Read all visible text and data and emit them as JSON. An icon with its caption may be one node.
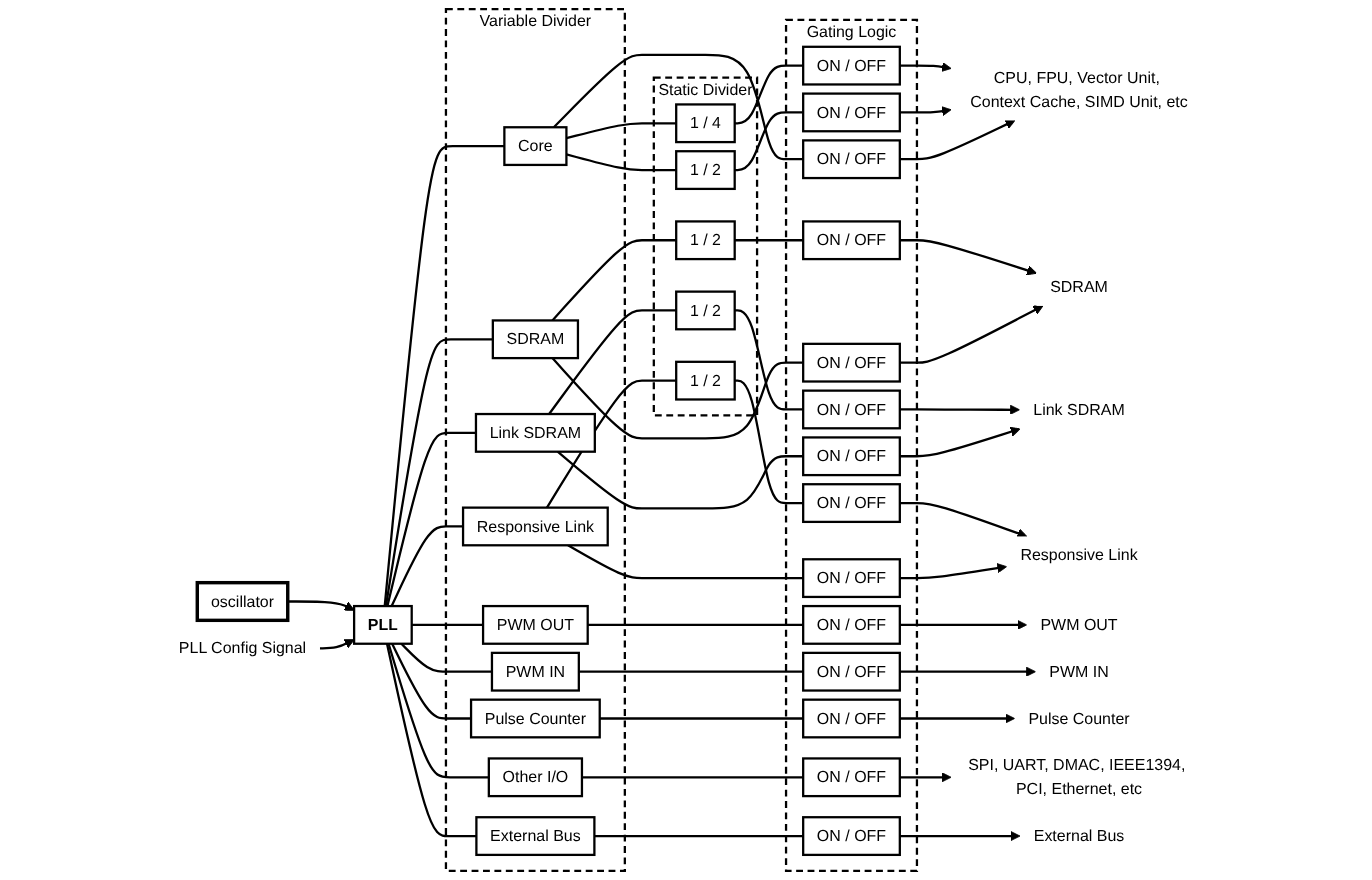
{
  "diagram": {
    "nodes": [
      {
        "text": [
          "oscillator"
        ]
      },
      {
        "text": [
          "PLL Config Signal"
        ]
      },
      {
        "text": [
          "PLL"
        ]
      },
      {
        "text": [
          "Variable Divider"
        ]
      },
      {
        "text": [
          "Core"
        ],
        "in": 3
      },
      {
        "text": [
          "SDRAM"
        ],
        "in": 3
      },
      {
        "text": [
          "Link SDRAM"
        ],
        "in": 3
      },
      {
        "text": [
          "Responsive Link"
        ],
        "in": 3
      },
      {
        "text": [
          "PWM OUT"
        ],
        "in": 3
      },
      {
        "text": [
          "PWM IN"
        ],
        "in": 3
      },
      {
        "text": [
          "Pulse Counter"
        ],
        "in": 3
      },
      {
        "text": [
          "Other I/O"
        ],
        "in": 3
      },
      {
        "text": [
          "External Bus"
        ],
        "in": 3
      },
      {
        "text": [
          "Static Divider"
        ]
      },
      {
        "text": [
          "1 / 4"
        ],
        "in": 13
      },
      {
        "text": [
          "1 / 2"
        ],
        "in": 13
      },
      {
        "text": [
          "1 / 2"
        ],
        "in": 13
      },
      {
        "text": [
          "1 / 2"
        ],
        "in": 13
      },
      {
        "text": [
          "1 / 2"
        ],
        "in": 13
      },
      {
        "text": [
          "Gating Logic"
        ]
      },
      {
        "text": [
          "ON / OFF"
        ],
        "in": 19
      },
      {
        "text": [
          "ON / OFF"
        ],
        "in": 19
      },
      {
        "text": [
          "ON / OFF"
        ],
        "in": 19
      },
      {
        "text": [
          "ON / OFF"
        ],
        "in": 19
      },
      {
        "text": [
          "ON / OFF"
        ],
        "in": 19
      },
      {
        "text": [
          "ON / OFF"
        ],
        "in": 19
      },
      {
        "text": [
          "ON / OFF"
        ],
        "in": 19
      },
      {
        "text": [
          "ON / OFF"
        ],
        "in": 19
      },
      {
        "text": [
          "ON / OFF"
        ],
        "in": 19
      },
      {
        "text": [
          "ON / OFF"
        ],
        "in": 19
      },
      {
        "text": [
          "ON / OFF"
        ],
        "in": 19
      },
      {
        "text": [
          "ON / OFF"
        ],
        "in": 19
      },
      {
        "text": [
          "ON / OFF"
        ],
        "in": 19
      },
      {
        "text": [
          "ON / OFF"
        ],
        "in": 19
      },
      {
        "text": [
          "CPU, FPU, Vector Unit, Context Cache, SIMD Unit, etc"
        ]
      },
      {
        "text": [
          "SDRAM"
        ]
      },
      {
        "text": [
          "Link SDRAM"
        ]
      },
      {
        "text": [
          "Responsive Link"
        ]
      },
      {
        "text": [
          "PWM OUT"
        ]
      },
      {
        "text": [
          "PWM IN"
        ]
      },
      {
        "text": [
          "Pulse Counter"
        ]
      },
      {
        "text": [
          "SPI, UART, DMAC, IEEE1394, PCI, Ethernet, etc"
        ]
      },
      {
        "text": [
          "External Bus"
        ]
      }
    ],
    "edges": [
      {
        "from": 0,
        "to": 2,
        "arrow": "to"
      },
      {
        "from": 1,
        "to": 2,
        "arrow": "to"
      },
      {
        "from": 2,
        "to": 4,
        "arrow": "none"
      },
      {
        "from": 2,
        "to": 5,
        "arrow": "none"
      },
      {
        "from": 2,
        "to": 6,
        "arrow": "none"
      },
      {
        "from": 2,
        "to": 7,
        "arrow": "none"
      },
      {
        "from": 2,
        "to": 8,
        "arrow": "none"
      },
      {
        "from": 2,
        "to": 9,
        "arrow": "none"
      },
      {
        "from": 2,
        "to": 10,
        "arrow": "none"
      },
      {
        "from": 2,
        "to": 11,
        "arrow": "none"
      },
      {
        "from": 2,
        "to": 12,
        "arrow": "none"
      },
      {
        "from": 4,
        "to": 14,
        "arrow": "none"
      },
      {
        "from": 4,
        "to": 15,
        "arrow": "none"
      },
      {
        "from": 4,
        "to": 22,
        "arrow": "none"
      },
      {
        "from": 14,
        "to": 20,
        "arrow": "none"
      },
      {
        "from": 15,
        "to": 21,
        "arrow": "none"
      },
      {
        "from": 5,
        "to": 16,
        "arrow": "none"
      },
      {
        "from": 16,
        "to": 23,
        "arrow": "none"
      },
      {
        "from": 5,
        "to": 24,
        "arrow": "none"
      },
      {
        "from": 6,
        "to": 17,
        "arrow": "none"
      },
      {
        "from": 17,
        "to": 25,
        "arrow": "none"
      },
      {
        "from": 6,
        "to": 26,
        "arrow": "none"
      },
      {
        "from": 7,
        "to": 18,
        "arrow": "none"
      },
      {
        "from": 18,
        "to": 27,
        "arrow": "none"
      },
      {
        "from": 7,
        "to": 28,
        "arrow": "none"
      },
      {
        "from": 8,
        "to": 29,
        "arrow": "none"
      },
      {
        "from": 9,
        "to": 30,
        "arrow": "none"
      },
      {
        "from": 10,
        "to": 31,
        "arrow": "none"
      },
      {
        "from": 11,
        "to": 32,
        "arrow": "none"
      },
      {
        "from": 12,
        "to": 33,
        "arrow": "none"
      },
      {
        "from": 20,
        "to": 34,
        "arrow": "to"
      },
      {
        "from": 21,
        "to": 34,
        "arrow": "to"
      },
      {
        "from": 22,
        "to": 34,
        "arrow": "to"
      },
      {
        "from": 23,
        "to": 35,
        "arrow": "to"
      },
      {
        "from": 24,
        "to": 35,
        "arrow": "to"
      },
      {
        "from": 25,
        "to": 36,
        "arrow": "to"
      },
      {
        "from": 26,
        "to": 36,
        "arrow": "to"
      },
      {
        "from": 27,
        "to": 37,
        "arrow": "to"
      },
      {
        "from": 28,
        "to": 37,
        "arrow": "to"
      },
      {
        "from": 29,
        "to": 38,
        "arrow": "to"
      },
      {
        "from": 30,
        "to": 39,
        "arrow": "to"
      },
      {
        "from": 31,
        "to": 40,
        "arrow": "to"
      },
      {
        "from": 32,
        "to": 41,
        "arrow": "to"
      },
      {
        "from": 33,
        "to": 42,
        "arrow": "to"
      }
    ]
  }
}
